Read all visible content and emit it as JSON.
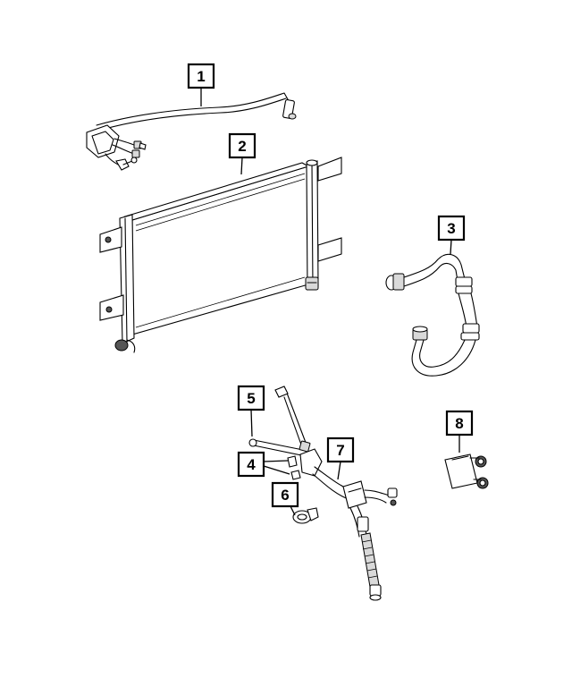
{
  "callouts": [
    {
      "id": "1",
      "label": "1"
    },
    {
      "id": "2",
      "label": "2"
    },
    {
      "id": "3",
      "label": "3"
    },
    {
      "id": "4",
      "label": "4"
    },
    {
      "id": "5",
      "label": "5"
    },
    {
      "id": "6",
      "label": "6"
    },
    {
      "id": "7",
      "label": "7"
    },
    {
      "id": "8",
      "label": "8"
    }
  ],
  "colors": {
    "ink": "#000000",
    "paper": "#ffffff",
    "shade": "#d9d9d9"
  }
}
